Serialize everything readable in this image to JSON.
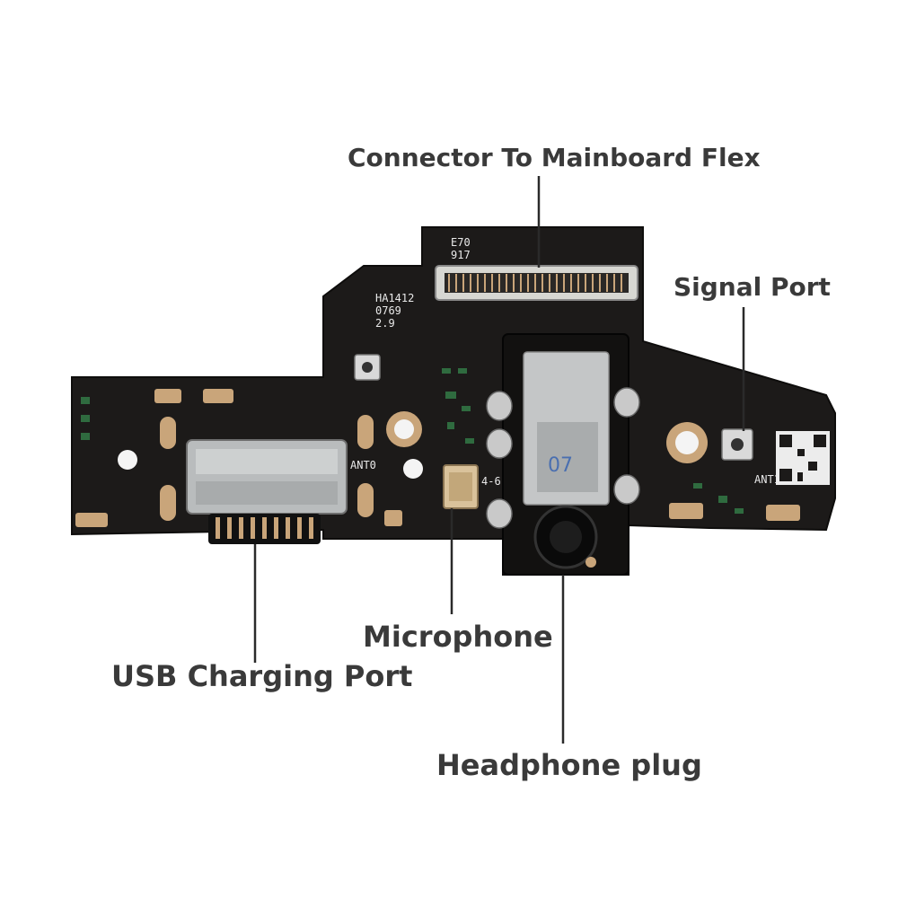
{
  "labels": {
    "connector": "Connector To Mainboard Flex",
    "signal_port": "Signal Port",
    "microphone": "Microphone",
    "usb_port": "USB Charging Port",
    "headphone": "Headphone plug"
  },
  "board_markings": {
    "model_line1": "E70",
    "model_line2": "917",
    "code_line1": "HA1412",
    "code_line2": "0769",
    "code_line3": "2.9",
    "ant0": "ANT0",
    "ant1": "ANT1",
    "mic_tag": "4-6",
    "jack_note": "07"
  },
  "colors": {
    "pcb": "#1c1a19",
    "pad_gold": "#c9a57a",
    "metal": "#b9bcbd",
    "label_text": "#3a3a3a",
    "leader": "#2a2a2a"
  }
}
